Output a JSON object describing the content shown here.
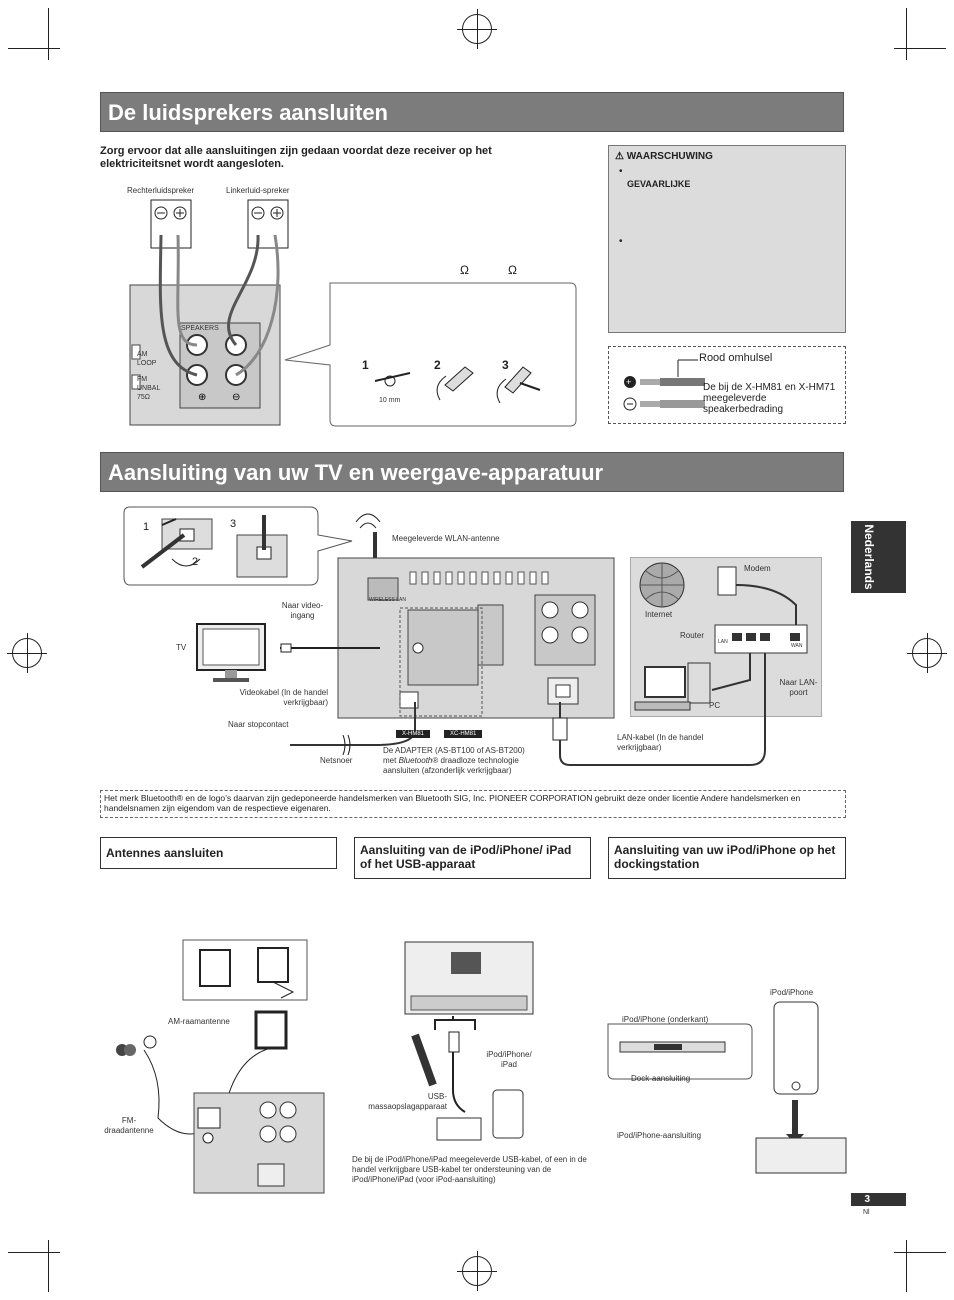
{
  "section1": {
    "title": "De luidsprekers aansluiten",
    "intro": "Zorg ervoor dat alle aansluitingen zijn gedaan voordat deze receiver op het elektriciteitsnet wordt aangesloten.",
    "right_speaker": "Rechterluidspreker",
    "left_speaker": "Linkerluid-spreker",
    "ohm1": "Ω",
    "ohm2": "Ω",
    "step1": "1",
    "step2": "2",
    "step3": "3",
    "strip_len": "10 mm",
    "speakers_label": "SPEAKERS",
    "am_loop": "AM LOOP",
    "fm_unbal": "FM UNBAL 75Ω"
  },
  "warning": {
    "title": "WAARSCHUWING",
    "bullet1": "•",
    "bold1": "GEVAARLIJKE",
    "bullet2": "•"
  },
  "cable": {
    "red_sleeve": "Rood omhulsel",
    "cable_desc": "De bij de X-HM81 en X-HM71 meegeleverde speakerbedrading"
  },
  "section2": {
    "title": "Aansluiting van uw TV en weergave-apparatuur",
    "inset_step1": "1",
    "inset_step2": "2",
    "inset_step3": "3",
    "wlan": "Meegeleverde WLAN-antenne",
    "video_in": "Naar video-ingang",
    "tv": "TV",
    "video_cable": "Videokabel (In de handel verkrijgbaar)",
    "to_socket": "Naar stopcontact",
    "power_cord": "Netsnoer",
    "model_a": "X-HM81",
    "model_b": "XC-HM81",
    "adapter_a": "De ADAPTER (AS-BT100 of AS-BT200)",
    "adapter_b_pre": "met ",
    "adapter_b_em": "Bluetooth",
    "adapter_b_post": "® draadloze technologie",
    "adapter_c": "aansluiten (afzonderlijk verkrijgbaar)",
    "lan_cable": "LAN-kabel (In de handel verkrijgbaar)",
    "modem": "Modem",
    "internet": "Internet",
    "router": "Router",
    "to_lan": "Naar LAN-poort",
    "pc": "PC",
    "lan": "LAN",
    "wan": "WAN",
    "wireless_lan": "WIRELESS LAN"
  },
  "trademark": "Het merk Bluetooth® en de logo’s daarvan zijn gedeponeerde handelsmerken van Bluetooth SIG, Inc. PIONEER CORPORATION gebruikt deze onder licentie Andere handelsmerken en handelsnamen zijn eigendom van de respectieve eigenaren.",
  "sub1": {
    "title": "Antennes aansluiten",
    "am": "AM-raamantenne",
    "fm": "FM-draadantenne"
  },
  "sub2": {
    "title": "Aansluiting van de iPod/iPhone/ iPad of het USB-apparaat",
    "usb": "USB-massaopslagapparaat",
    "ipod": "iPod/iPhone/ iPad",
    "desc": "De bij de iPod/iPhone/iPad meegeleverde USB-kabel, of een in de handel verkrijgbare USB-kabel ter ondersteuning van de iPod/iPhone/iPad (voor iPod-aansluiting)"
  },
  "sub3": {
    "title": "Aansluiting van uw iPod/iPhone op het dockingstation",
    "ipod_iphone": "iPod/iPhone",
    "bottom": "iPod/iPhone (onderkant)",
    "dock": "Dock-aansluiting",
    "connector": "iPod/iPhone-aansluiting"
  },
  "side_tab": "Nederlands",
  "page": {
    "number": "3",
    "lang": "Nl"
  },
  "colors": {
    "title_bar": "#7c7c7c",
    "panel": "#dcdcdc",
    "tab": "#333333"
  }
}
